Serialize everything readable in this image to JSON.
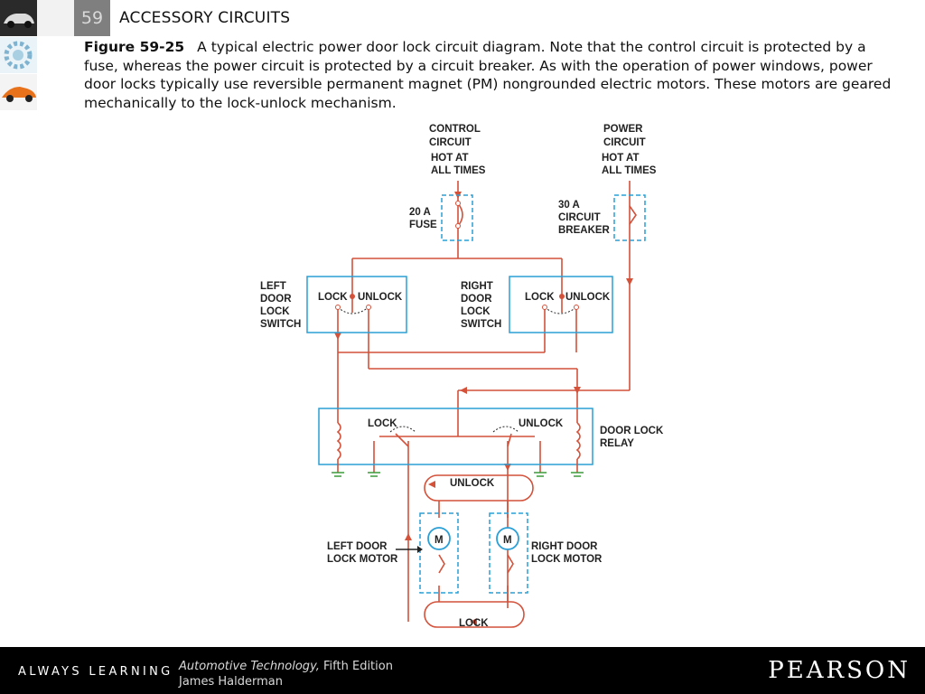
{
  "header": {
    "chapter_number": "59",
    "chapter_title": "ACCESSORY CIRCUITS"
  },
  "caption": {
    "figure_label": "Figure 59-25",
    "text": "A typical electric power door lock circuit diagram. Note that the control circuit is protected by a fuse, whereas the power circuit is protected by a circuit breaker. As with the operation of power windows, power door locks typically use reversible permanent magnet (PM) nongrounded electric motors. These motors are geared mechanically to the lock-unlock mechanism."
  },
  "diagram": {
    "control_circuit": [
      "CONTROL",
      "CIRCUIT"
    ],
    "control_hot": [
      "HOT AT",
      "ALL TIMES"
    ],
    "power_circuit": [
      "POWER",
      "CIRCUIT"
    ],
    "power_hot": [
      "HOT AT",
      "ALL TIMES"
    ],
    "fuse_label": [
      "20 A",
      "FUSE"
    ],
    "breaker_label": [
      "30 A",
      "CIRCUIT",
      "BREAKER"
    ],
    "left_switch_label": [
      "LEFT",
      "DOOR",
      "LOCK",
      "SWITCH"
    ],
    "right_switch_label": [
      "RIGHT",
      "DOOR",
      "LOCK",
      "SWITCH"
    ],
    "left_switch_lock": "LOCK",
    "left_switch_unlock": "UNLOCK",
    "right_switch_lock": "LOCK",
    "right_switch_unlock": "UNLOCK",
    "relay_lock": "LOCK",
    "relay_unlock": "UNLOCK",
    "relay_label": [
      "DOOR LOCK",
      "RELAY"
    ],
    "unlock_loop": "UNLOCK",
    "lock_loop": "LOCK",
    "motor_left": "M",
    "motor_right": "M",
    "left_motor_label": [
      "LEFT DOOR",
      "LOCK MOTOR"
    ],
    "right_motor_label": [
      "RIGHT DOOR",
      "LOCK MOTOR"
    ]
  },
  "footer": {
    "tagline": "ALWAYS LEARNING",
    "book_title": "Automotive Technology,",
    "book_edition": " Fifth Edition",
    "author": "James Halderman",
    "publisher": "PEARSON"
  },
  "colors": {
    "wire": "#d4513a",
    "box": "#2a9fd6",
    "ground": "#3a9a3a"
  }
}
